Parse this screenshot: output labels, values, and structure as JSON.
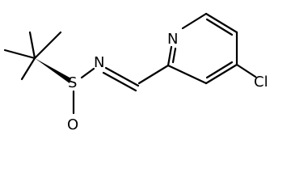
{
  "molecule": {
    "atoms": {
      "sulfur": "S",
      "oxygen": "O",
      "imine_nitrogen": "N",
      "ring_nitrogen": "N",
      "chlorine": "Cl"
    }
  }
}
